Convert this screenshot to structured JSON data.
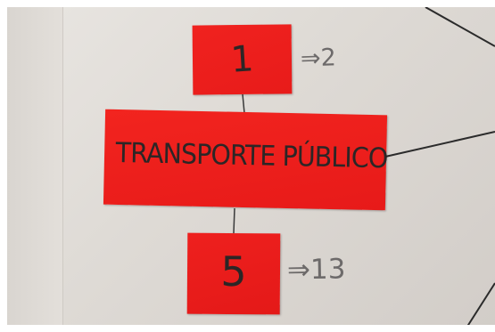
{
  "photo": {
    "cards": {
      "top": {
        "text": "1"
      },
      "center": {
        "text": "TRANSPORTE PÚBLICO"
      },
      "bottom": {
        "text": "5"
      }
    },
    "notes": {
      "top": "⇒2",
      "bottom": "⇒13"
    },
    "colors": {
      "card_red": "#ed1d1c",
      "paper": "#e2ded9",
      "ink": "#2c2626",
      "pencil": "#6d6a6a"
    }
  }
}
